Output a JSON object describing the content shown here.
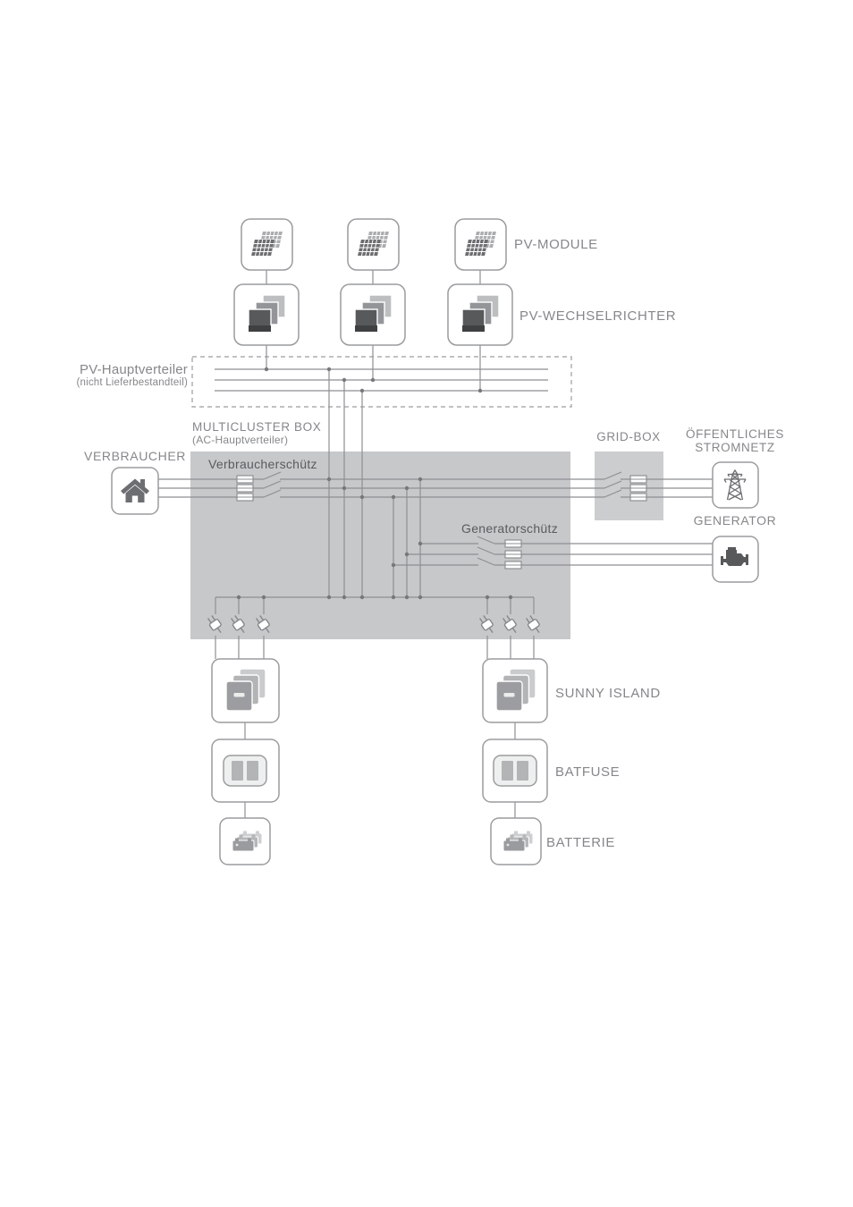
{
  "colors": {
    "wire": "#8d8f92",
    "frame": "#9a9c9e",
    "multicluster_fill": "#c6c8ca",
    "gridbox_fill": "#cbcdcf",
    "label_text": "#85878a",
    "inner_label_text": "#5a5b5e",
    "icon_dark": "#6d6e71"
  },
  "labels": {
    "pv_module": "PV-MODULE",
    "pv_inverter": "PV-WECHSELRICHTER",
    "pv_distribution_1": "PV-Hauptverteiler",
    "pv_distribution_2": "(nicht Lieferbestandteil)",
    "multicluster_1": "MULTICLUSTER BOX",
    "multicluster_2": "(AC-Hauptverteiler)",
    "consumer": "VERBRAUCHER",
    "consumer_contactor": "Verbraucherschütz",
    "grid_box": "GRID-BOX",
    "public_grid_1": "ÖFFENTLICHES",
    "public_grid_2": "STROMNETZ",
    "generator": "GENERATOR",
    "generator_contactor": "Generatorschütz",
    "sunny_island": "SUNNY ISLAND",
    "batfuse": "BATFUSE",
    "battery": "BATTERIE"
  },
  "icons": [
    "solar-panel-icon",
    "inverter-stack-icon",
    "house-icon",
    "power-tower-icon",
    "engine-icon",
    "ac-plug-icon",
    "sunny-island-icon",
    "batfuse-icon",
    "battery-icon"
  ]
}
